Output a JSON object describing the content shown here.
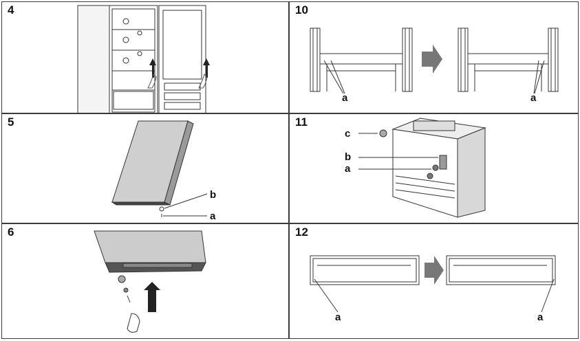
{
  "panels": [
    {
      "step": "4",
      "labels": []
    },
    {
      "step": "10",
      "labels": [
        "a",
        "a"
      ]
    },
    {
      "step": "5",
      "labels": [
        "b",
        "a"
      ]
    },
    {
      "step": "11",
      "labels": [
        "c",
        "b",
        "a"
      ]
    },
    {
      "step": "6",
      "labels": []
    },
    {
      "step": "12",
      "labels": [
        "a",
        "a"
      ]
    }
  ]
}
